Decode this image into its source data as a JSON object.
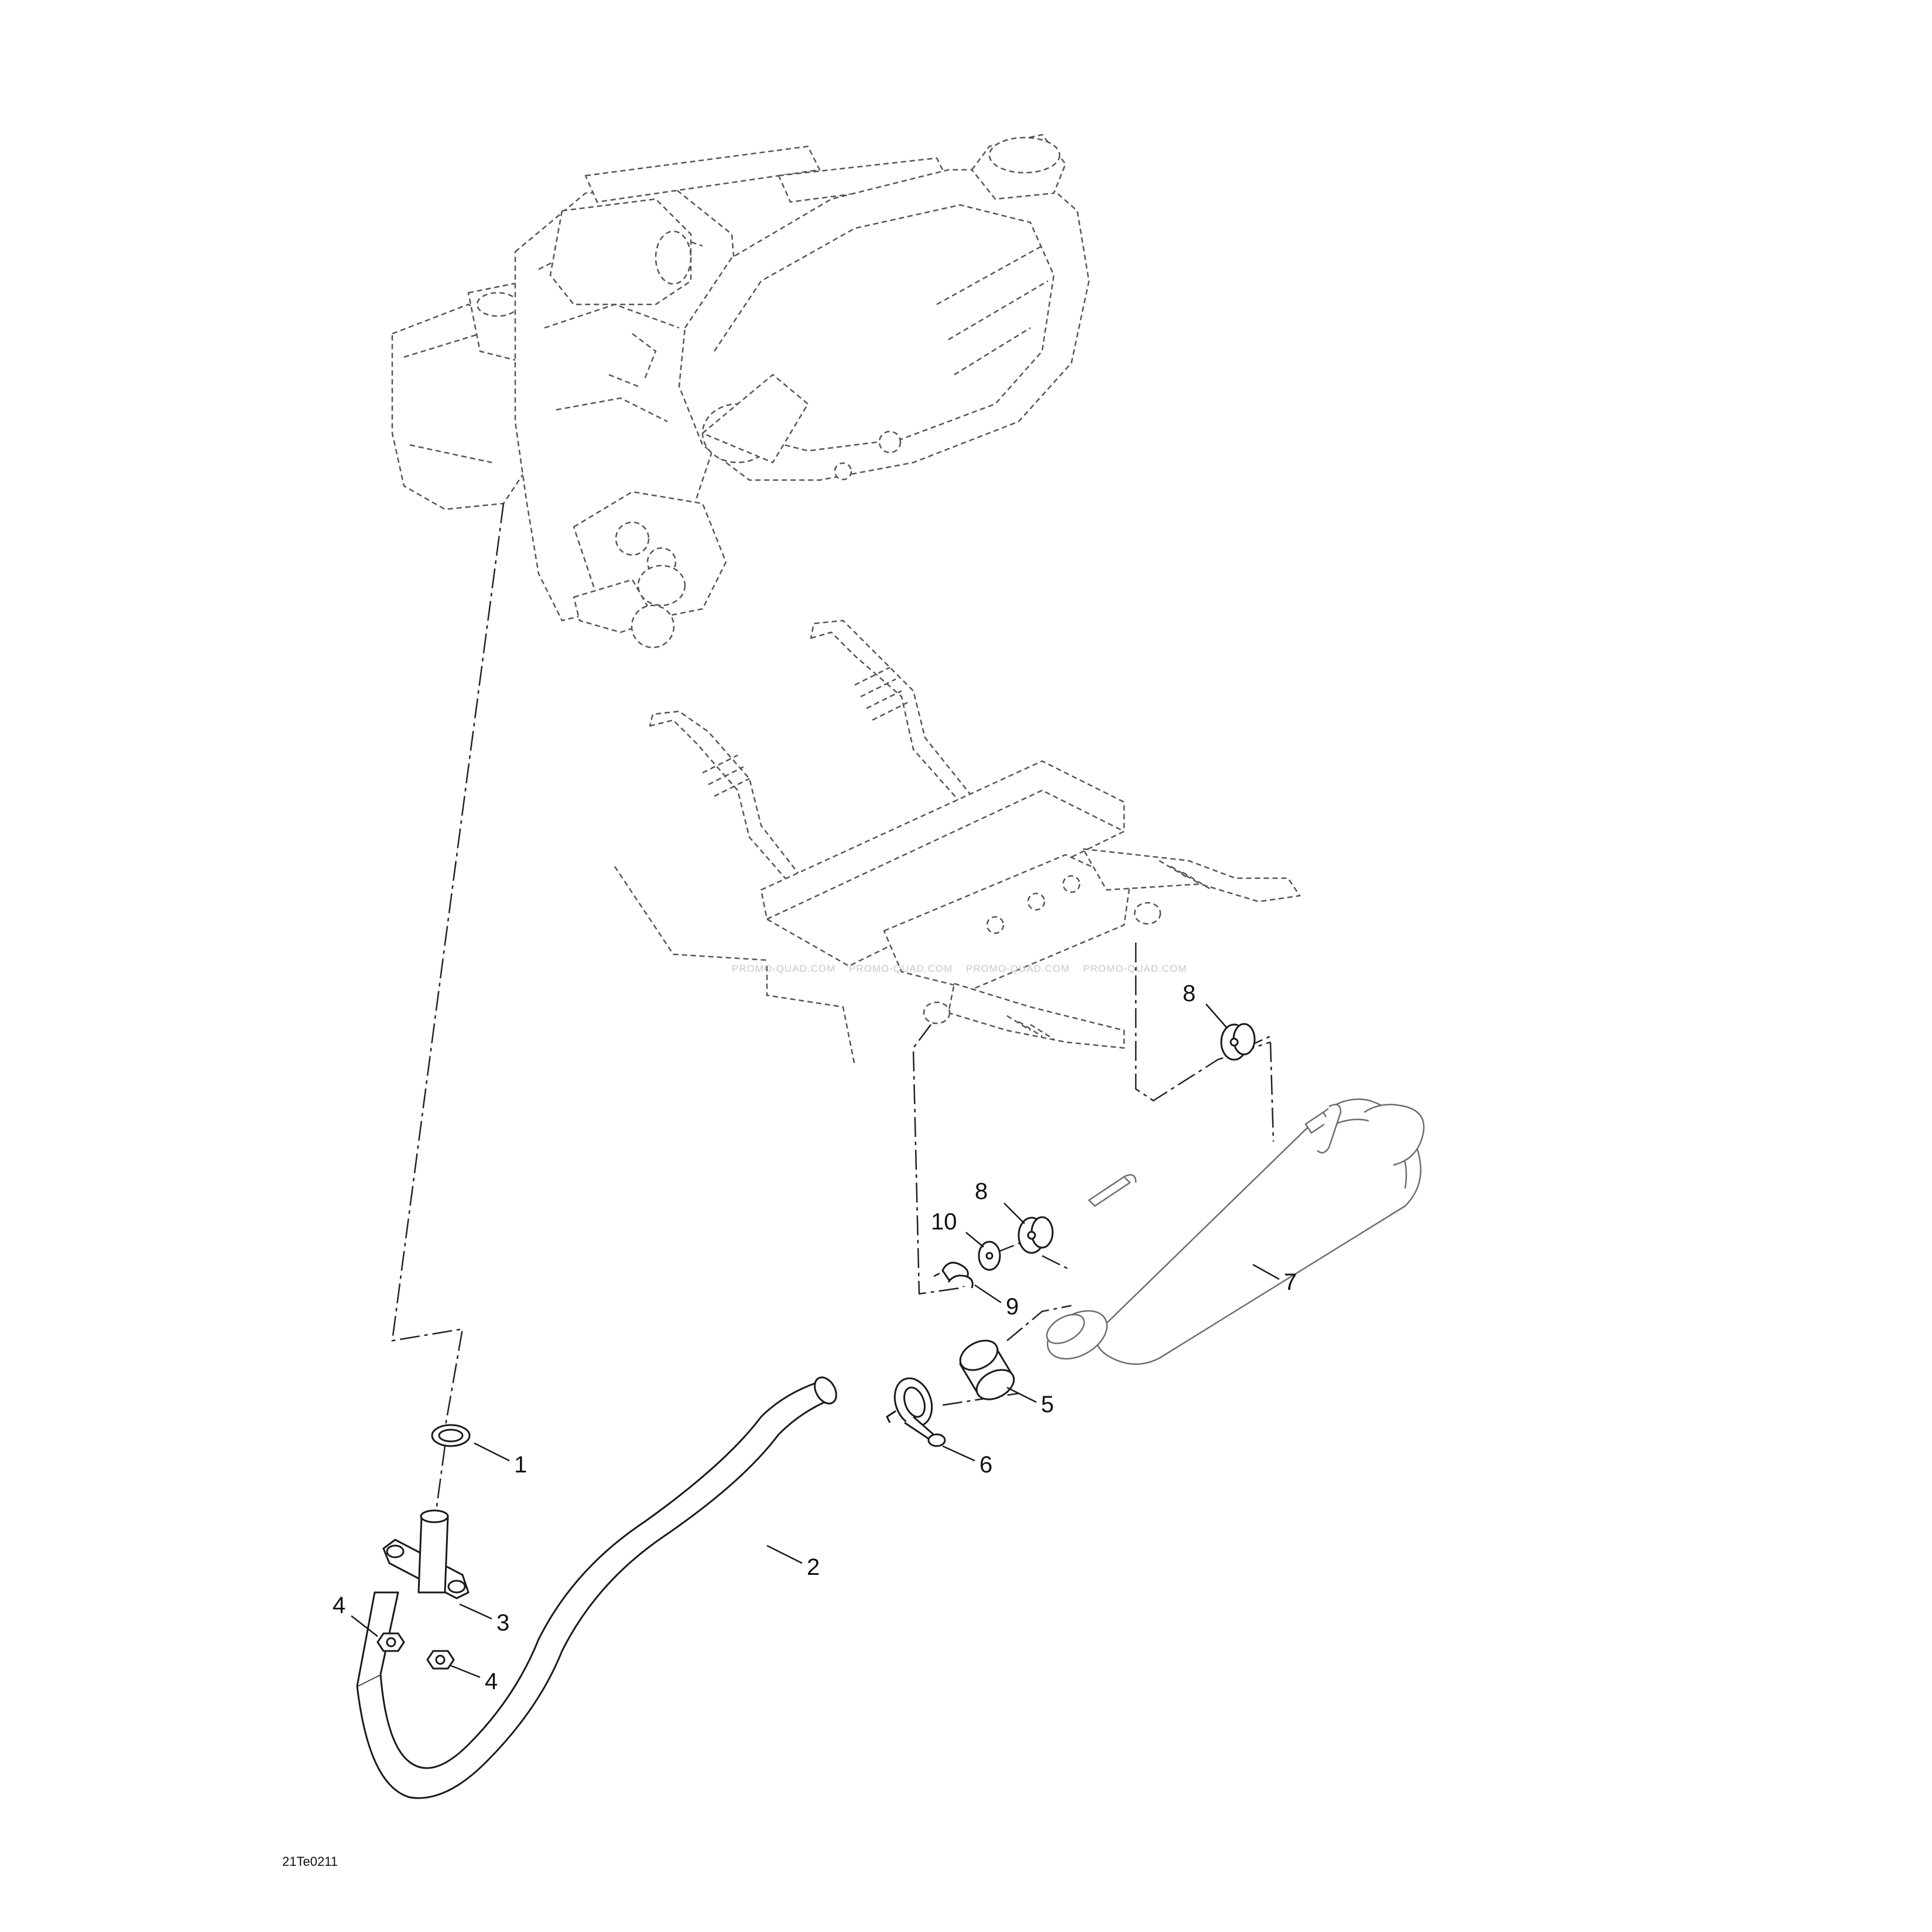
{
  "figure": {
    "id_label": "21Te0211",
    "watermark": "PROMO-QUAD.COM"
  },
  "parts": [
    {
      "ref": "1",
      "name": "gasket-ring"
    },
    {
      "ref": "2",
      "name": "exhaust-pipe"
    },
    {
      "ref": "3",
      "name": "exhaust-flange"
    },
    {
      "ref": "4",
      "name": "flange-nut"
    },
    {
      "ref": "5",
      "name": "pipe-sleeve"
    },
    {
      "ref": "6",
      "name": "exhaust-clamp"
    },
    {
      "ref": "7",
      "name": "muffler"
    },
    {
      "ref": "8",
      "name": "rubber-grommet"
    },
    {
      "ref": "9",
      "name": "hair-pin"
    },
    {
      "ref": "10",
      "name": "flat-washer"
    }
  ],
  "callouts": {
    "c1": "1",
    "c2": "2",
    "c3": "3",
    "c4a": "4",
    "c4b": "4",
    "c5": "5",
    "c6": "6",
    "c7": "7",
    "c8a": "8",
    "c8b": "8",
    "c9": "9",
    "c10": "10"
  }
}
